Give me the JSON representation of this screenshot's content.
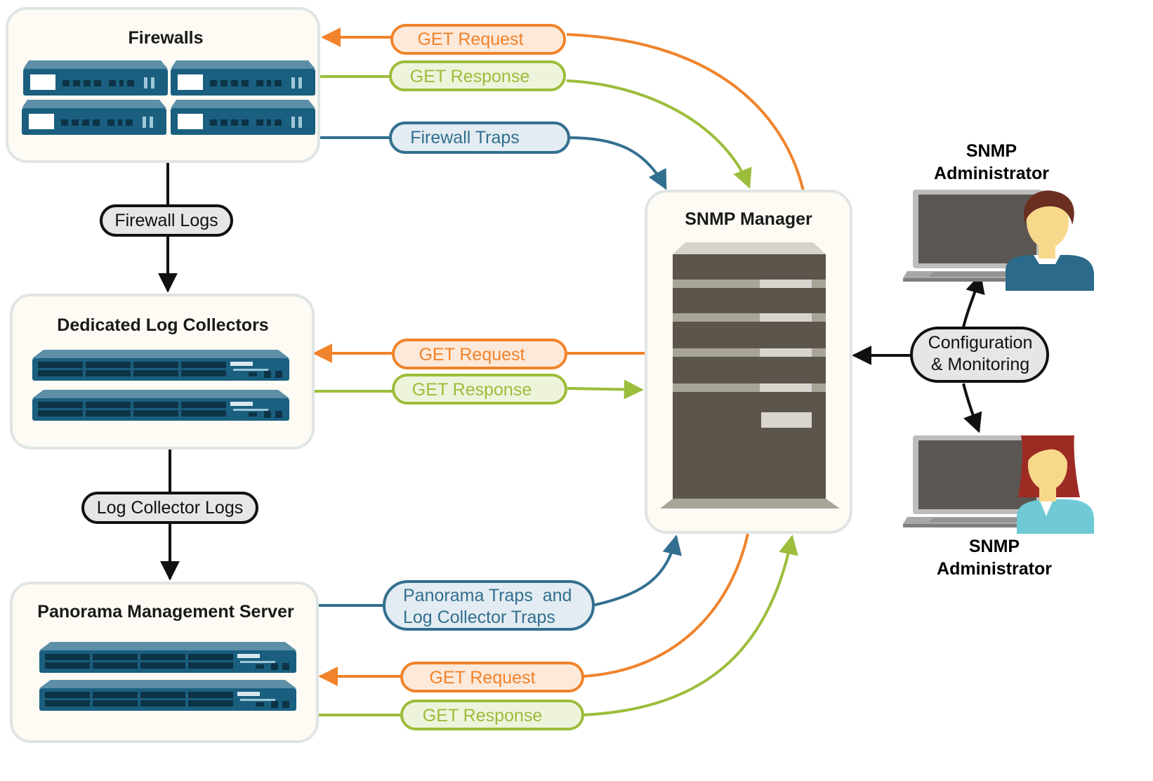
{
  "colors": {
    "orange": "#f0832b",
    "orange_fill": "#fde9da",
    "green": "#9cbd3b",
    "green_fill": "#eef4dc",
    "blue": "#336f8f",
    "blue_fill": "#e3ecf2",
    "black": "#111111",
    "gray_fill": "#e6e6e6",
    "box_fill": "#fdfbf4",
    "box_stroke": "#dfe5e3",
    "device_blue": "#1a5f7f",
    "server_dark": "#5c554c"
  },
  "boxes": {
    "firewalls": "Firewalls",
    "log_collectors": "Dedicated Log Collectors",
    "panorama": "Panorama Management Server",
    "snmp_manager": "SNMP Manager"
  },
  "labels": {
    "fw_get_request": "GET Request",
    "fw_get_response": "GET Response",
    "fw_traps": "Firewall Traps",
    "firewall_logs": "Firewall Logs",
    "lc_get_request": "GET Request",
    "lc_get_response": "GET Response",
    "log_collector_logs": "Log Collector Logs",
    "panorama_traps_line1": "Panorama Traps  and",
    "panorama_traps_line2": "Log Collector Traps",
    "pm_get_request": "GET Request",
    "pm_get_response": "GET Response",
    "config_line1": "Configuration",
    "config_line2": "& Monitoring"
  },
  "admins": {
    "top_line1": "SNMP",
    "top_line2": "Administrator",
    "bottom_line1": "SNMP",
    "bottom_line2": "Administrator"
  }
}
